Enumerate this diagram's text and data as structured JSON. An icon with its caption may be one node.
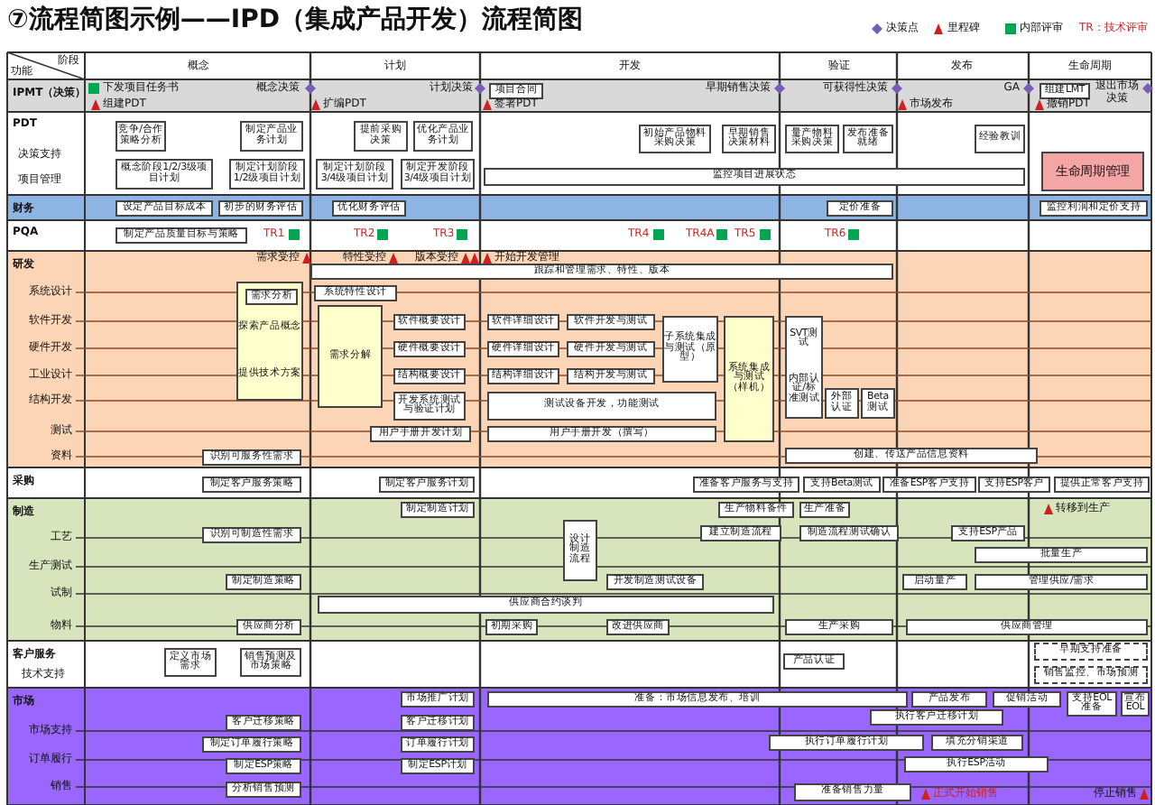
{
  "diagram": {
    "title": "⑦流程简图示例——IPD（集成产品开发）流程简图",
    "nodes": [
      {
        "text": [
          "IPMT（决策）"
        ]
      },
      {
        "text": [
          "项目合同"
        ],
        "in": 0
      },
      {
        "text": [
          "组建LMT"
        ],
        "in": 0
      },
      {
        "text": [
          "PDT"
        ]
      },
      {
        "text": [
          "竞争/合作策略分析"
        ],
        "in": 3
      },
      {
        "text": [
          "制定产品业务计划"
        ],
        "in": 3
      },
      {
        "text": [
          "概念阶段1/2/3级项目计划"
        ],
        "in": 3
      },
      {
        "text": [
          "制定计划阶段1/2级项目计划"
        ],
        "in": 3
      },
      {
        "text": [
          "提前采购决策"
        ],
        "in": 3
      },
      {
        "text": [
          "优化产品业务计划"
        ],
        "in": 3
      },
      {
        "text": [
          "制定计划阶段3/4级项目计划"
        ],
        "in": 3
      },
      {
        "text": [
          "制定开发阶段3/4级项目计划"
        ],
        "in": 3
      },
      {
        "text": [
          "初始产品物料采购决策"
        ],
        "in": 3
      },
      {
        "text": [
          "早期销售决策材料"
        ],
        "in": 3
      },
      {
        "text": [
          "量产物料采购决策"
        ],
        "in": 3
      },
      {
        "text": [
          "发布准备就绪"
        ],
        "in": 3
      },
      {
        "text": [
          "经验教训"
        ],
        "in": 3
      },
      {
        "text": [
          "监控项目进展状态"
        ],
        "in": 3
      },
      {
        "text": [
          "生命周期管理"
        ],
        "in": 3
      },
      {
        "text": [
          "财务"
        ]
      },
      {
        "text": [
          "设定产品目标成本"
        ],
        "in": 19
      },
      {
        "text": [
          "初步的财务评估"
        ],
        "in": 19
      },
      {
        "text": [
          "优化财务评估"
        ],
        "in": 19
      },
      {
        "text": [
          "定价准备"
        ],
        "in": 19
      },
      {
        "text": [
          "监控利润和定价支持"
        ],
        "in": 19
      },
      {
        "text": [
          "PQA"
        ]
      },
      {
        "text": [
          "制定产品质量目标与策略"
        ],
        "in": 25
      },
      {
        "text": [
          "研发"
        ]
      },
      {
        "text": [
          "跟踪和管理需求、特性、版本"
        ],
        "in": 27
      },
      {
        "text": [
          "探索产品概念",
          "提供技术方案"
        ],
        "in": 27
      },
      {
        "text": [
          "需求分析"
        ],
        "in": 29
      },
      {
        "text": [
          "系统特性设计"
        ],
        "in": 27
      },
      {
        "text": [
          "需求分解"
        ],
        "in": 27
      },
      {
        "text": [
          "软件概要设计"
        ],
        "in": 27
      },
      {
        "text": [
          "硬件概要设计"
        ],
        "in": 27
      },
      {
        "text": [
          "结构概要设计"
        ],
        "in": 27
      },
      {
        "text": [
          "开发系统测试与验证计划"
        ],
        "in": 27
      },
      {
        "text": [
          "用户手册开发计划"
        ],
        "in": 27
      },
      {
        "text": [
          "软件详细设计"
        ],
        "in": 27
      },
      {
        "text": [
          "硬件详细设计"
        ],
        "in": 27
      },
      {
        "text": [
          "结构详细设计"
        ],
        "in": 27
      },
      {
        "text": [
          "软件开发与测试"
        ],
        "in": 27
      },
      {
        "text": [
          "硬件开发与测试"
        ],
        "in": 27
      },
      {
        "text": [
          "结构开发与测试"
        ],
        "in": 27
      },
      {
        "text": [
          "测试设备开发，功能测试"
        ],
        "in": 27
      },
      {
        "text": [
          "用户手册开发（撰写）"
        ],
        "in": 27
      },
      {
        "text": [
          "子系统集成与测试（原型）"
        ],
        "in": 27
      },
      {
        "text": [
          "系统集成与测试（样机）"
        ],
        "in": 27
      },
      {
        "text": [
          "SVT测试",
          "内部认证/标准测试"
        ],
        "in": 27
      },
      {
        "text": [
          "外部认证"
        ],
        "in": 27
      },
      {
        "text": [
          "Beta测试"
        ],
        "in": 27
      },
      {
        "text": [
          "识别可服务性需求"
        ],
        "in": 27
      },
      {
        "text": [
          "创建、传送产品信息资料"
        ],
        "in": 27
      },
      {
        "text": [
          "采购"
        ]
      },
      {
        "text": [
          "制定客户服务策略"
        ],
        "in": 53
      },
      {
        "text": [
          "制定客户服务计划"
        ],
        "in": 53
      },
      {
        "text": [
          "准备客户服务与支持"
        ],
        "in": 53
      },
      {
        "text": [
          "支持Beta测试"
        ],
        "in": 53
      },
      {
        "text": [
          "准备ESP客户支持"
        ],
        "in": 53
      },
      {
        "text": [
          "支持ESP客户"
        ],
        "in": 53
      },
      {
        "text": [
          "提供正常客户支持"
        ],
        "in": 53
      },
      {
        "text": [
          "制造"
        ]
      },
      {
        "text": [
          "制定制造计划"
        ],
        "in": 61
      },
      {
        "text": [
          "识别可制造性需求"
        ],
        "in": 61
      },
      {
        "text": [
          "生产物料备件"
        ],
        "in": 61
      },
      {
        "text": [
          "生产准备"
        ],
        "in": 61
      },
      {
        "text": [
          "设计制造流程"
        ],
        "in": 61
      },
      {
        "text": [
          "建立制造流程"
        ],
        "in": 61
      },
      {
        "text": [
          "制造流程测试确认"
        ],
        "in": 61
      },
      {
        "text": [
          "支持ESP产品"
        ],
        "in": 61
      },
      {
        "text": [
          "批量生产"
        ],
        "in": 61
      },
      {
        "text": [
          "制定制造策略"
        ],
        "in": 61
      },
      {
        "text": [
          "开发制造测试设备"
        ],
        "in": 61
      },
      {
        "text": [
          "启动量产"
        ],
        "in": 61
      },
      {
        "text": [
          "管理供应/需求"
        ],
        "in": 61
      },
      {
        "text": [
          "供应商合约谈判"
        ],
        "in": 61
      },
      {
        "text": [
          "供应商分析"
        ],
        "in": 61
      },
      {
        "text": [
          "初期采购"
        ],
        "in": 61
      },
      {
        "text": [
          "改进供应商"
        ],
        "in": 61
      },
      {
        "text": [
          "生产采购"
        ],
        "in": 61
      },
      {
        "text": [
          "供应商管理"
        ],
        "in": 61
      },
      {
        "text": [
          "客户服务"
        ]
      },
      {
        "text": [
          "定义市场需求"
        ],
        "in": 81
      },
      {
        "text": [
          "销售预测及市场策略"
        ],
        "in": 81
      },
      {
        "text": [
          "产品认证"
        ],
        "in": 81
      },
      {
        "text": [
          "早期支持准备"
        ],
        "in": 81
      },
      {
        "text": [
          "销售监控、市场预测"
        ],
        "in": 81
      },
      {
        "text": [
          "市场"
        ]
      },
      {
        "text": [
          "市场推广计划"
        ],
        "in": 87
      },
      {
        "text": [
          "准备：市场信息发布、培训"
        ],
        "in": 87
      },
      {
        "text": [
          "产品发布"
        ],
        "in": 87
      },
      {
        "text": [
          "促销活动"
        ],
        "in": 87
      },
      {
        "text": [
          "支持EOL准备"
        ],
        "in": 87
      },
      {
        "text": [
          "宣布EOL"
        ],
        "in": 87
      },
      {
        "text": [
          "客户迁移策略"
        ],
        "in": 87
      },
      {
        "text": [
          "客户迁移计划"
        ],
        "in": 87
      },
      {
        "text": [
          "执行客户迁移计划"
        ],
        "in": 87
      },
      {
        "text": [
          "制定订单履行策略"
        ],
        "in": 87
      },
      {
        "text": [
          "订单履行计划"
        ],
        "in": 87
      },
      {
        "text": [
          "执行订单履行计划"
        ],
        "in": 87
      },
      {
        "text": [
          "填充分销渠道"
        ],
        "in": 87
      },
      {
        "text": [
          "制定ESP策略"
        ],
        "in": 87
      },
      {
        "text": [
          "制定ESP计划"
        ],
        "in": 87
      },
      {
        "text": [
          "执行ESP活动"
        ],
        "in": 87
      },
      {
        "text": [
          "分析销售预测"
        ],
        "in": 87
      },
      {
        "text": [
          "准备销售力量"
        ],
        "in": 87
      }
    ],
    "labels": [
      "阶段",
      "功能",
      "概念",
      "计划",
      "开发",
      "验证",
      "发布",
      "生命周期",
      "下发项目任务书",
      "组建PDT",
      "概念决策",
      "扩编PDT",
      "计划决策",
      "签署PDT",
      "早期销售决策",
      "可获得性决策",
      "市场发布",
      "GA",
      "撤销PDT",
      "退出市场决策",
      "决策支持",
      "项目管理",
      "TR1",
      "TR2",
      "TR3",
      "TR4",
      "TR4A",
      "TR5",
      "TR6",
      "需求受控",
      "特性受控",
      "版本受控",
      "开始开发管理",
      "系统设计",
      "软件开发",
      "硬件开发",
      "工业设计",
      "结构开发",
      "测试",
      "资料",
      "转移到生产",
      "工艺",
      "生产测试",
      "试制",
      "物料",
      "技术支持",
      "市场支持",
      "订单履行",
      "销售",
      "正式开始销售",
      "停止销售"
    ],
    "legend": [
      {
        "text": "决策点"
      },
      {
        "text": "里程碑"
      },
      {
        "text": "内部评审",
        "color": "#00a651"
      },
      {
        "text": "TR：技术评审"
      }
    ]
  }
}
